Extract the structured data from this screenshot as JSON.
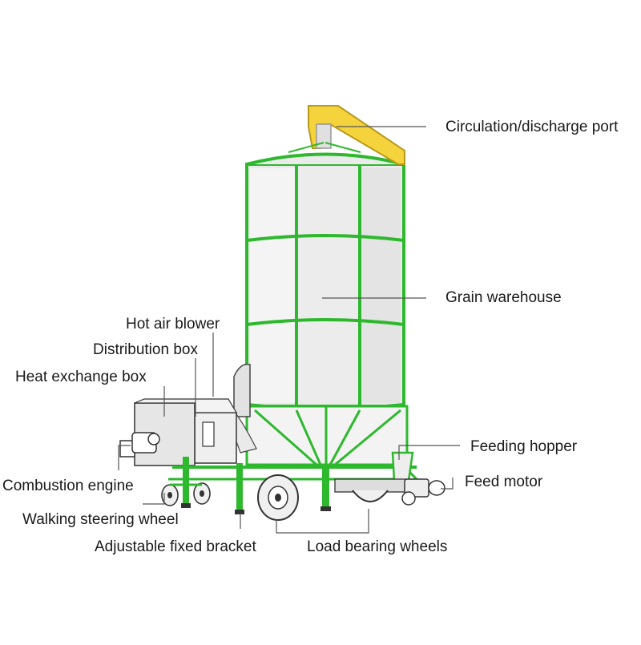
{
  "labels": {
    "circulation_port": "Circulation/discharge port",
    "grain_warehouse": "Grain warehouse",
    "hot_air_blower": "Hot air blower",
    "distribution_box": "Distribution box",
    "heat_exchange_box": "Heat exchange box",
    "feeding_hopper": "Feeding hopper",
    "feed_motor": "Feed motor",
    "combustion_engine": "Combustion engine",
    "walking_steering_wheel": "Walking steering wheel",
    "adjustable_fixed_bracket": "Adjustable fixed bracket",
    "load_bearing_wheels": "Load bearing wheels"
  },
  "colors": {
    "frame_green": "#2eb82e",
    "port_yellow": "#f5d33c",
    "panel_gray": "#e8e8e8",
    "line_gray": "#555555"
  }
}
